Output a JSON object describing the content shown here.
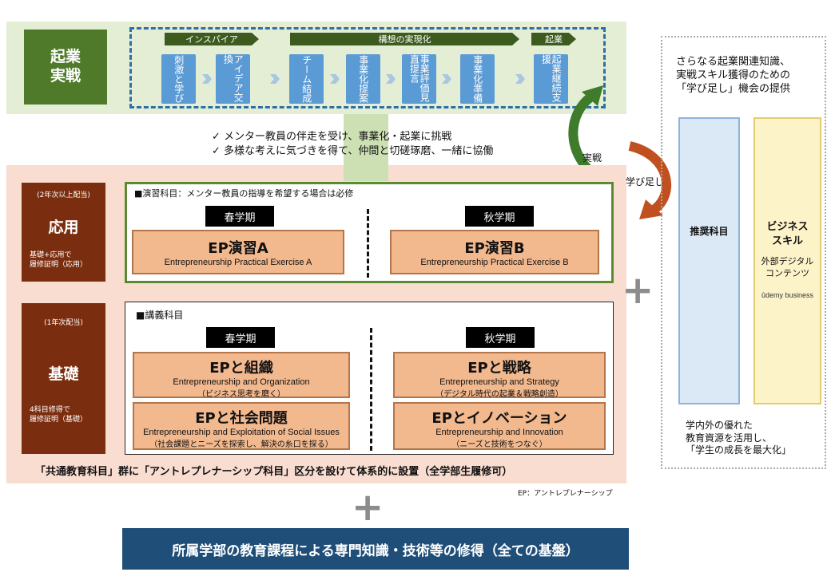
{
  "top": {
    "label": "起業\n実戦",
    "phases": [
      "インスパイア",
      "構想の実現化",
      "起業"
    ],
    "steps": [
      "刺激と学び",
      "アイデア交換",
      "チーム結成",
      "事業化提案",
      "事業評価見直提言",
      "事業化準備",
      "起業継続支援"
    ]
  },
  "checklist": [
    "✓ メンター教員の伴走を受け、事業化・起業に挑戦",
    "✓ 多様な考えに気づきを得て、仲間と切磋琢磨、一緒に協働"
  ],
  "arrows": {
    "jissen": "実戦",
    "manabi": "学び足し"
  },
  "applied": {
    "side_grade": "(2年次以上配当)",
    "side_title": "応用",
    "side_note": "基礎+応用で\n履修証明（応用）",
    "header": "■演習科目：メンター教員の指導を希望する場合は必修",
    "spring": "春学期",
    "autumn": "秋学期",
    "courseA": {
      "title": "EP演習A",
      "en": "Entrepreneurship Practical Exercise A"
    },
    "courseB": {
      "title": "EP演習B",
      "en": "Entrepreneurship Practical Exercise B"
    }
  },
  "basic": {
    "side_grade": "(1年次配当)",
    "side_title": "基礎",
    "side_note": "4科目修得で\n履修証明（基礎）",
    "header": "■講義科目",
    "spring": "春学期",
    "autumn": "秋学期",
    "courses": [
      {
        "title": "EPと組織",
        "en": "Entrepreneurship and Organization",
        "jp": "（ビジネス思考を磨く）"
      },
      {
        "title": "EPと戦略",
        "en": "Entrepreneurship and Strategy",
        "jp": "（デジタル時代の起業＆戦略創造）"
      },
      {
        "title": "EPと社会問題",
        "en": "Entrepreneurship and Exploitation of Social Issues",
        "jp": "（社会課題とニーズを探索し、解決の糸口を探る）"
      },
      {
        "title": "EPとイノベーション",
        "en": "Entrepreneurship and Innovation",
        "jp": "（ニーズと技術をつなぐ）"
      }
    ]
  },
  "pink_footer": "「共通教育科目」群に「アントレプレナーシップ科目」区分を設けて体系的に設置（全学部生履修可）",
  "ep_note": "EP：アントレプレナーシップ",
  "plus_symbol": "+",
  "bottom_bar": "所属学部の教育課程による専門知識・技術等の修得（全ての基盤）",
  "right": {
    "title": "さらなる起業関連知識、\n実戦スキル獲得のための\n「学び足し」機会の提供",
    "col1": "推奨科目",
    "col2_title": "ビジネス\nスキル",
    "col2_sub": "外部デジタル\nコンテンツ",
    "col2_brand": "ûdemy business",
    "footer": "学内外の優れた\n教育資源を活用し、\n「学生の成長を最大化」"
  },
  "colors": {
    "green_dark": "#4f7a2a",
    "blue_step": "#5b9bd5",
    "brown": "#7b2e0f",
    "pink": "#f9ddd0",
    "navy": "#1f4e79"
  }
}
